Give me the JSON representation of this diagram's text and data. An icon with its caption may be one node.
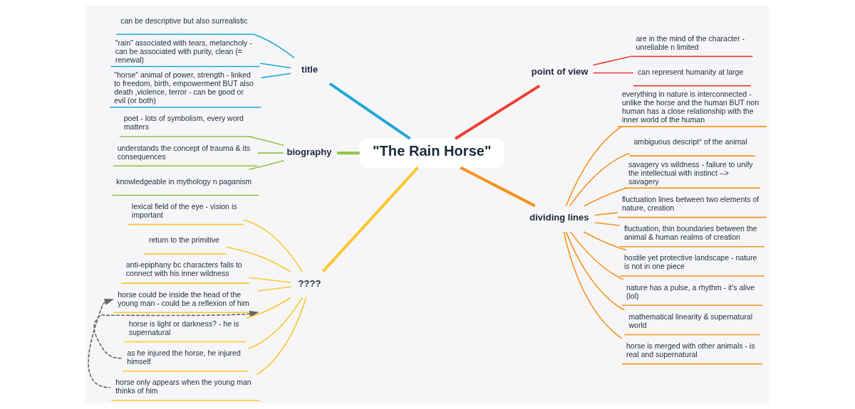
{
  "diagram": {
    "nodes": [
      {
        "text": [
          "\"The Rain Horse\""
        ]
      },
      {
        "text": [
          "title"
        ]
      },
      {
        "text": [
          "can be descriptive but also surrealistic"
        ]
      },
      {
        "text": [
          "\"rain\" associated with tears, melancholy - can be associated with purity, clean (= renewal)"
        ]
      },
      {
        "text": [
          "\"horse\" animal of power, strength - linked to freedom, birth, empowerment BUT also death ,violence, terror - can be good or evil (or both)"
        ]
      },
      {
        "text": [
          "biography"
        ]
      },
      {
        "text": [
          "poet - lots of symbolism, every word matters"
        ]
      },
      {
        "text": [
          "understands the concept of trauma & its consequences"
        ]
      },
      {
        "text": [
          "knowledgeable in mythology n paganism"
        ]
      },
      {
        "text": [
          "????"
        ]
      },
      {
        "text": [
          "lexical field of the eye - vision is important"
        ]
      },
      {
        "text": [
          "return to the primitive"
        ]
      },
      {
        "text": [
          "anti-epiphany bc characters fails to connect with his inner wildness"
        ]
      },
      {
        "text": [
          "horse could be inside the head of the young man - could be a reflexion of him"
        ]
      },
      {
        "text": [
          "horse is light or darkness? - he is supernatural"
        ]
      },
      {
        "text": [
          "as he injured the horse, he injured himself"
        ]
      },
      {
        "text": [
          "horse only appears when the young man thinks of him"
        ]
      },
      {
        "text": [
          "point of view"
        ]
      },
      {
        "text": [
          "are in the mind of the character - unreliable n limited"
        ]
      },
      {
        "text": [
          "can represent humanity at large"
        ]
      },
      {
        "text": [
          "dividing lines"
        ]
      },
      {
        "text": [
          "everything in nature is interconnected - unlike the horse and the human BUT non human has a close relationship with the inner world of the human"
        ]
      },
      {
        "text": [
          "ambiguous descript° of the animal"
        ]
      },
      {
        "text": [
          "savagery vs wildness - failure to unify the intellectual with instinct --> savagery"
        ]
      },
      {
        "text": [
          "fluctuation lines between two elements of nature, creation"
        ]
      },
      {
        "text": [
          "fluctuation, thin boundaries between the animal & human realms of creation"
        ]
      },
      {
        "text": [
          "hostile yet protective landscape - nature is not in one piece"
        ]
      },
      {
        "text": [
          "nature has a pulse, a rhythm - it's alive (lol)"
        ]
      },
      {
        "text": [
          "mathematical linearity & supernatural world"
        ]
      },
      {
        "text": [
          "horse is merged with other animals - is real and supernatural"
        ]
      }
    ],
    "edges": [
      {
        "from": 0,
        "to": 1,
        "arrow": "none",
        "style": "thick",
        "color": "#1fa8d6"
      },
      {
        "from": 1,
        "to": 2,
        "arrow": "none",
        "color": "#1fa8d6"
      },
      {
        "from": 1,
        "to": 3,
        "arrow": "none",
        "color": "#1fa8d6"
      },
      {
        "from": 1,
        "to": 4,
        "arrow": "none",
        "color": "#1fa8d6"
      },
      {
        "from": 0,
        "to": 5,
        "arrow": "none",
        "style": "thick",
        "color": "#8cc63f"
      },
      {
        "from": 5,
        "to": 6,
        "arrow": "none",
        "color": "#8cc63f"
      },
      {
        "from": 5,
        "to": 7,
        "arrow": "none",
        "color": "#8cc63f"
      },
      {
        "from": 5,
        "to": 8,
        "arrow": "none",
        "color": "#8cc63f"
      },
      {
        "from": 0,
        "to": 9,
        "arrow": "none",
        "style": "thick",
        "color": "#fcc62e"
      },
      {
        "from": 9,
        "to": 10,
        "arrow": "none",
        "color": "#fcc62e"
      },
      {
        "from": 9,
        "to": 11,
        "arrow": "none",
        "color": "#fcc62e"
      },
      {
        "from": 9,
        "to": 12,
        "arrow": "none",
        "color": "#fcc62e"
      },
      {
        "from": 9,
        "to": 13,
        "arrow": "none",
        "color": "#fcc62e"
      },
      {
        "from": 9,
        "to": 14,
        "arrow": "none",
        "color": "#fcc62e"
      },
      {
        "from": 9,
        "to": 15,
        "arrow": "none",
        "color": "#fcc62e"
      },
      {
        "from": 9,
        "to": 16,
        "arrow": "none",
        "color": "#fcc62e"
      },
      {
        "from": 0,
        "to": 17,
        "arrow": "none",
        "style": "thick",
        "color": "#ee3e32"
      },
      {
        "from": 17,
        "to": 18,
        "arrow": "none",
        "color": "#ee3e32"
      },
      {
        "from": 17,
        "to": 19,
        "arrow": "none",
        "color": "#ee3e32"
      },
      {
        "from": 0,
        "to": 20,
        "arrow": "none",
        "style": "thick",
        "color": "#f7931e"
      },
      {
        "from": 20,
        "to": 21,
        "arrow": "none",
        "color": "#f7931e"
      },
      {
        "from": 20,
        "to": 22,
        "arrow": "none",
        "color": "#f7931e"
      },
      {
        "from": 20,
        "to": 23,
        "arrow": "none",
        "color": "#f7931e"
      },
      {
        "from": 20,
        "to": 24,
        "arrow": "none",
        "color": "#f7931e"
      },
      {
        "from": 20,
        "to": 25,
        "arrow": "none",
        "color": "#f7931e"
      },
      {
        "from": 20,
        "to": 26,
        "arrow": "none",
        "color": "#f7931e"
      },
      {
        "from": 20,
        "to": 27,
        "arrow": "none",
        "color": "#f7931e"
      },
      {
        "from": 20,
        "to": 28,
        "arrow": "none",
        "color": "#f7931e"
      },
      {
        "from": 20,
        "to": 29,
        "arrow": "none",
        "color": "#f7931e"
      },
      {
        "from": 15,
        "to": 13,
        "arrow": "to",
        "style": "dashed",
        "color": "#666666"
      },
      {
        "from": 16,
        "to": 13,
        "arrow": "to",
        "style": "dashed",
        "color": "#666666"
      }
    ]
  }
}
